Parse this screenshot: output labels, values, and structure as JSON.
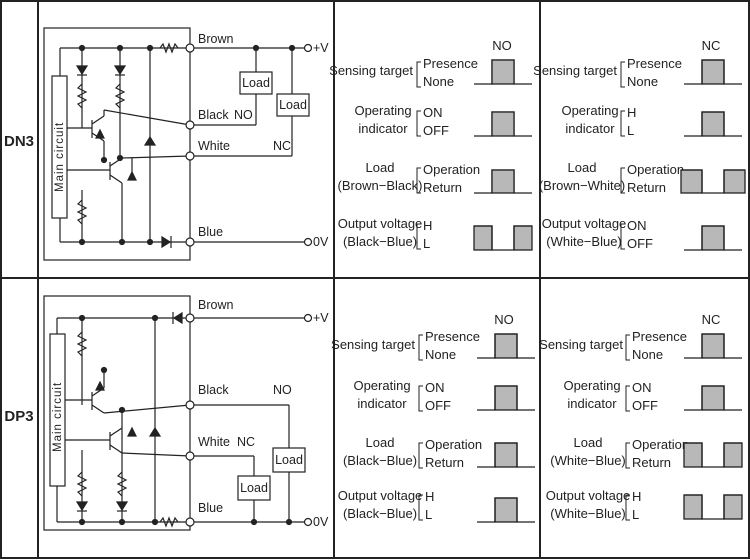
{
  "models": [
    "DN3",
    "DP3"
  ],
  "dn3": {
    "wires": {
      "brown": "Brown",
      "black": "Black",
      "white": "White",
      "blue": "Blue"
    },
    "terminals": {
      "vplus": "+V",
      "zero": "0V"
    },
    "load1": "Load",
    "load2": "Load",
    "no": "NO",
    "nc": "NC",
    "main_circuit": "Main circuit"
  },
  "dp3": {
    "wires": {
      "brown": "Brown",
      "black": "Black",
      "white": "White",
      "blue": "Blue"
    },
    "terminals": {
      "vplus": "+V",
      "zero": "0V"
    },
    "load1": "Load",
    "load2": "Load",
    "no": "NO",
    "nc": "NC",
    "main_circuit": "Main circuit"
  },
  "timing": {
    "dn3_no": {
      "header": "NO",
      "rows": [
        {
          "label": [
            "Sensing target"
          ],
          "states": [
            "Presence",
            "None"
          ]
        },
        {
          "label": [
            "Operating",
            "indicator"
          ],
          "states": [
            "ON",
            "OFF"
          ]
        },
        {
          "label": [
            "Load",
            "(Brown−Black)"
          ],
          "states": [
            "Operation",
            "Return"
          ]
        },
        {
          "label": [
            "Output voltage",
            "(Black−Blue)"
          ],
          "states": [
            "H",
            "L"
          ]
        }
      ]
    },
    "dn3_nc": {
      "header": "NC",
      "rows": [
        {
          "label": [
            "Sensing target"
          ],
          "states": [
            "Presence",
            "None"
          ]
        },
        {
          "label": [
            "Operating",
            "indicator"
          ],
          "states": [
            "H",
            "L"
          ]
        },
        {
          "label": [
            "Load",
            "(Brown−White)"
          ],
          "states": [
            "Operation",
            "Return"
          ]
        },
        {
          "label": [
            "Output voltage",
            "(White−Blue)"
          ],
          "states": [
            "ON",
            "OFF"
          ]
        }
      ]
    },
    "dp3_no": {
      "header": "NO",
      "rows": [
        {
          "label": [
            "Sensing target"
          ],
          "states": [
            "Presence",
            "None"
          ]
        },
        {
          "label": [
            "Operating",
            "indicator"
          ],
          "states": [
            "ON",
            "OFF"
          ]
        },
        {
          "label": [
            "Load",
            "(Black−Blue)"
          ],
          "states": [
            "Operation",
            "Return"
          ]
        },
        {
          "label": [
            "Output voltage",
            "(Black−Blue)"
          ],
          "states": [
            "H",
            "L"
          ]
        }
      ]
    },
    "dp3_nc": {
      "header": "NC",
      "rows": [
        {
          "label": [
            "Sensing target"
          ],
          "states": [
            "Presence",
            "None"
          ]
        },
        {
          "label": [
            "Operating",
            "indicator"
          ],
          "states": [
            "ON",
            "OFF"
          ]
        },
        {
          "label": [
            "Load",
            "(White−Blue)"
          ],
          "states": [
            "Operation",
            "Return"
          ]
        },
        {
          "label": [
            "Output voltage",
            "(White−Blue)"
          ],
          "states": [
            "H",
            "L"
          ]
        }
      ]
    }
  },
  "colors": {
    "line": "#222222",
    "fill": "#b8b8b8"
  }
}
